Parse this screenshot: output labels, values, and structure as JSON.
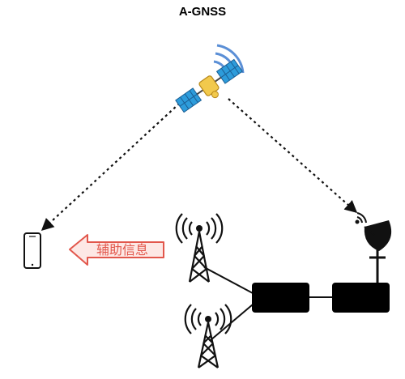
{
  "title": "A-GNSS",
  "assist_arrow": {
    "label": "辅助信息",
    "color": "#e2574c"
  },
  "nodes": {
    "satellite": {
      "icon": "satellite-icon"
    },
    "phone": {
      "icon": "smartphone-icon"
    },
    "cell_tower_top": {
      "icon": "cell-tower-icon"
    },
    "cell_tower_bottom": {
      "icon": "cell-tower-icon"
    },
    "dish": {
      "icon": "satellite-dish-icon"
    },
    "server_left": {
      "icon": "server-box"
    },
    "server_right": {
      "icon": "server-box"
    }
  },
  "colors": {
    "satellite_body": "#f2c94c",
    "satellite_panel": "#2d9cdb",
    "signal_wave": "#5b8fd6",
    "line": "#111111"
  }
}
